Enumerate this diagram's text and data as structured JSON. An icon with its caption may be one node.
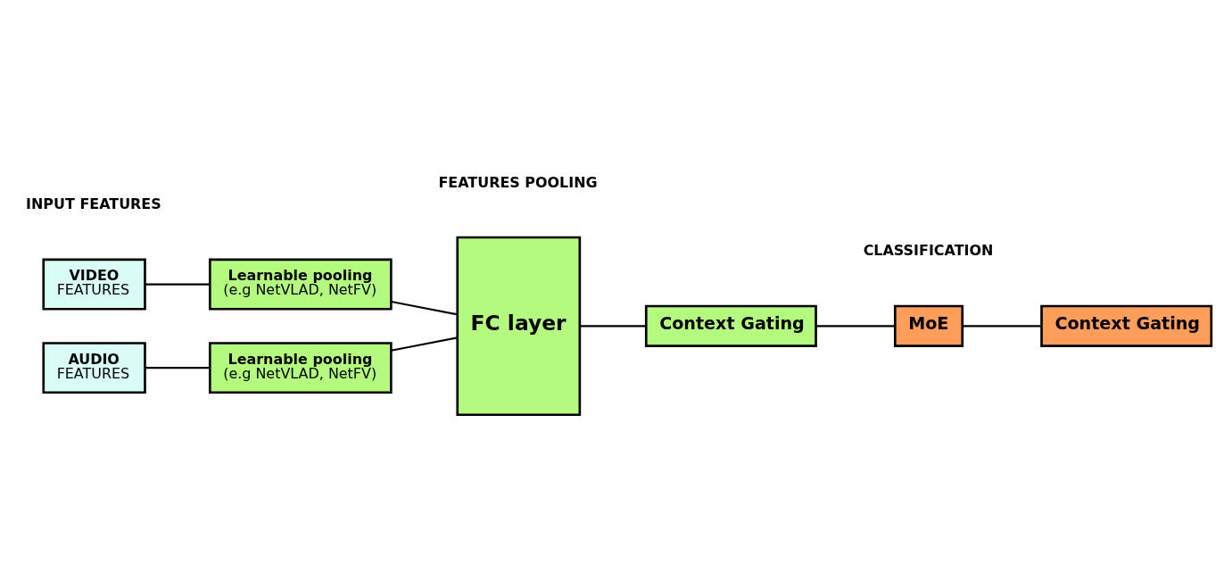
{
  "diagram": {
    "nodes": [
      {
        "text": [
          "VIDEO",
          "FEATURES"
        ]
      },
      {
        "text": [
          "AUDIO",
          "FEATURES"
        ]
      },
      {
        "text": [
          "Learnable pooling",
          "(e.g NetVLAD, NetFV)"
        ]
      },
      {
        "text": [
          "Learnable pooling",
          "(e.g NetVLAD, NetFV)"
        ]
      },
      {
        "text": [
          "FC layer"
        ]
      },
      {
        "text": [
          "Context Gating"
        ]
      },
      {
        "text": [
          "MoE"
        ]
      },
      {
        "text": [
          "Context Gating"
        ]
      }
    ],
    "edges": [
      {
        "from": 0,
        "to": 2,
        "arrow": "none"
      },
      {
        "from": 1,
        "to": 3,
        "arrow": "none"
      },
      {
        "from": 2,
        "to": 4,
        "arrow": "none"
      },
      {
        "from": 3,
        "to": 4,
        "arrow": "none"
      },
      {
        "from": 4,
        "to": 5,
        "arrow": "none"
      },
      {
        "from": 5,
        "to": 6,
        "arrow": "none"
      },
      {
        "from": 6,
        "to": 7,
        "arrow": "none"
      }
    ],
    "labels": [
      "INPUT FEATURES",
      "FEATURES POOLING",
      "CLASSIFICATION"
    ]
  }
}
